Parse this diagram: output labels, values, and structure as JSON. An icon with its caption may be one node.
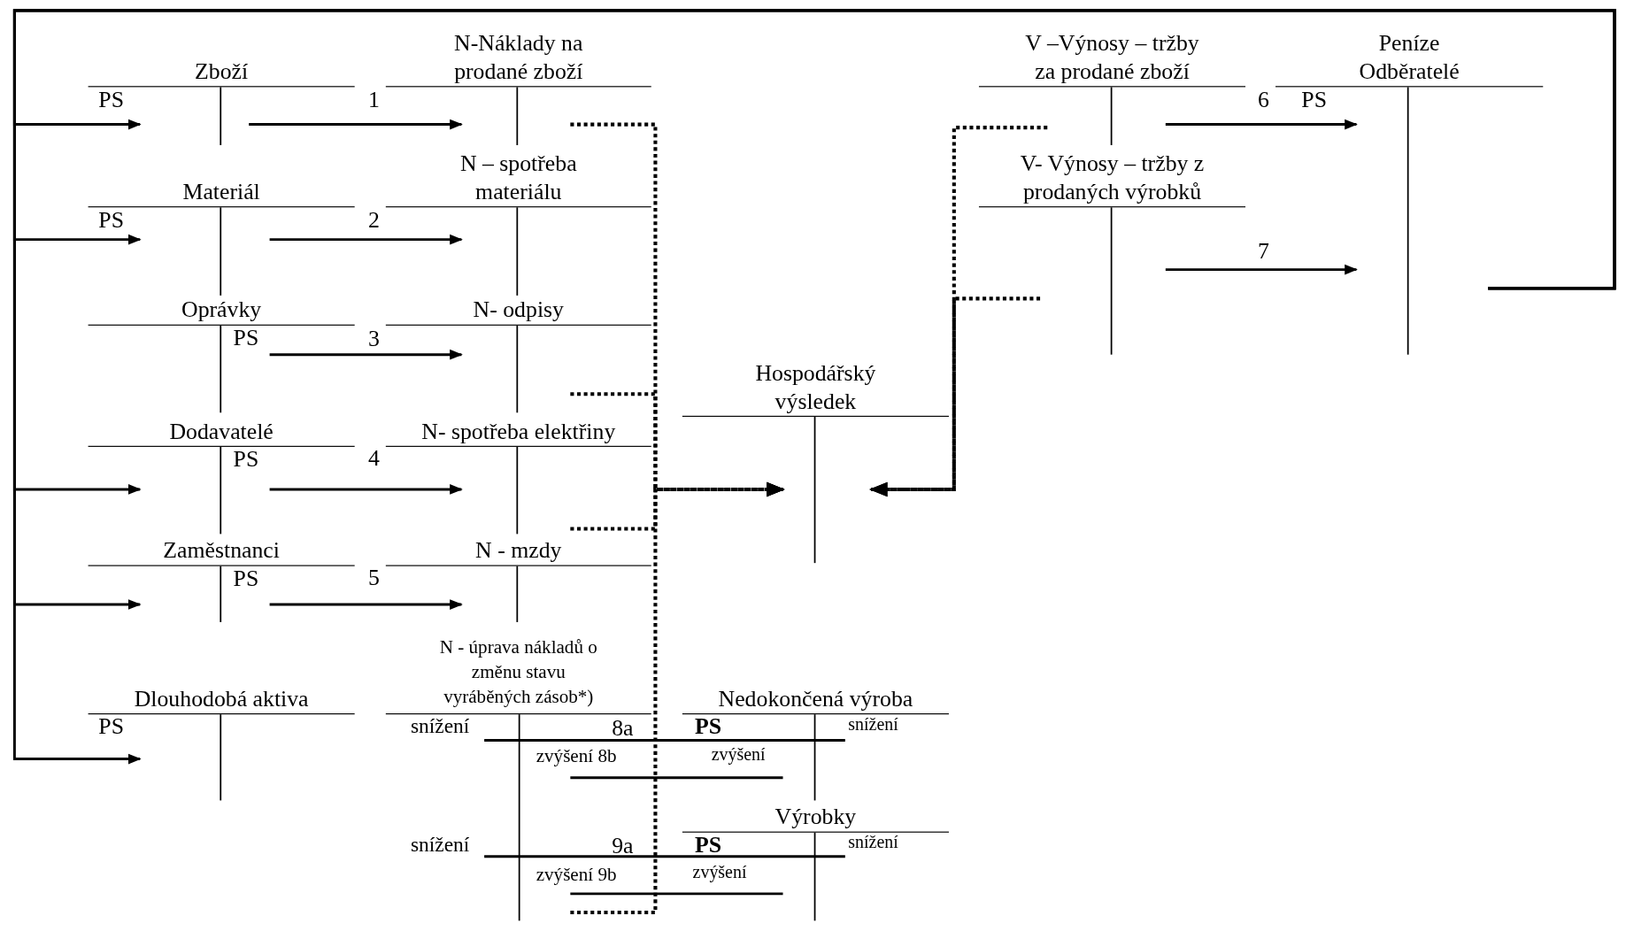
{
  "diagram": {
    "nodes": [
      {
        "text": [
          "Zboží",
          "PS"
        ]
      },
      {
        "text": [
          "N-Náklady na prodané zboží"
        ]
      },
      {
        "text": [
          "Materiál",
          "PS"
        ]
      },
      {
        "text": [
          "N – spotřeba materiálu"
        ]
      },
      {
        "text": [
          "Oprávky",
          "PS"
        ]
      },
      {
        "text": [
          "N- odpisy"
        ]
      },
      {
        "text": [
          "Dodavatelé",
          "PS"
        ]
      },
      {
        "text": [
          "N- spotřeba elektřiny"
        ]
      },
      {
        "text": [
          "Zaměstnanci",
          "PS"
        ]
      },
      {
        "text": [
          "N - mzdy"
        ]
      },
      {
        "text": [
          "N - úprava nákladů o změnu stavu vyráběných zásob*)"
        ]
      },
      {
        "text": [
          "Dlouhodobá aktiva",
          "PS"
        ]
      },
      {
        "text": [
          "Nedokončená výroba",
          "PS"
        ]
      },
      {
        "text": [
          "Výrobky",
          "PS"
        ]
      },
      {
        "text": [
          "Hospodářský výsledek"
        ]
      },
      {
        "text": [
          "V –Výnosy – tržby za prodané zboží"
        ]
      },
      {
        "text": [
          "V- Výnosy – tržby z prodaných výrobků"
        ]
      },
      {
        "text": [
          "Peníze Odběratelé",
          "PS"
        ]
      }
    ],
    "edges": [
      {
        "from": 0,
        "to": 1,
        "arrow": "to",
        "label": "1"
      },
      {
        "from": 2,
        "to": 3,
        "arrow": "to",
        "label": "2"
      },
      {
        "from": 4,
        "to": 5,
        "arrow": "to",
        "label": "3"
      },
      {
        "from": 6,
        "to": 7,
        "arrow": "to",
        "label": "4"
      },
      {
        "from": 8,
        "to": 9,
        "arrow": "to",
        "label": "5"
      },
      {
        "from": 15,
        "to": 17,
        "arrow": "to",
        "label": "6"
      },
      {
        "from": 16,
        "to": 17,
        "arrow": "to",
        "label": "7"
      },
      {
        "from": 17,
        "to": 0,
        "arrow": "to"
      },
      {
        "from": 17,
        "to": 2,
        "arrow": "to"
      },
      {
        "from": 17,
        "to": 6,
        "arrow": "to"
      },
      {
        "from": 17,
        "to": 8,
        "arrow": "to"
      },
      {
        "from": 17,
        "to": 11,
        "arrow": "to"
      },
      {
        "from": 1,
        "to": 14,
        "arrow": "to",
        "style": "dashed"
      },
      {
        "from": 5,
        "to": 14,
        "arrow": "to",
        "style": "dashed"
      },
      {
        "from": 7,
        "to": 14,
        "arrow": "to",
        "style": "dashed"
      },
      {
        "from": 10,
        "to": 14,
        "arrow": "to",
        "style": "dashed"
      },
      {
        "from": 15,
        "to": 14,
        "arrow": "to",
        "style": "dashed"
      },
      {
        "from": 16,
        "to": 14,
        "arrow": "to",
        "style": "dashed"
      },
      {
        "from": 10,
        "to": 12,
        "arrow": "none",
        "label": "8a"
      },
      {
        "from": 10,
        "to": 12,
        "arrow": "none",
        "label": "zvýšení 8b"
      },
      {
        "from": 10,
        "to": 13,
        "arrow": "none",
        "label": "9a"
      },
      {
        "from": 10,
        "to": 13,
        "arrow": "none",
        "label": "zvýšení 9b"
      }
    ],
    "labels": [
      "snížení",
      "snížení",
      "zvýšení",
      "snížení",
      "snížení",
      "zvýšení"
    ]
  }
}
